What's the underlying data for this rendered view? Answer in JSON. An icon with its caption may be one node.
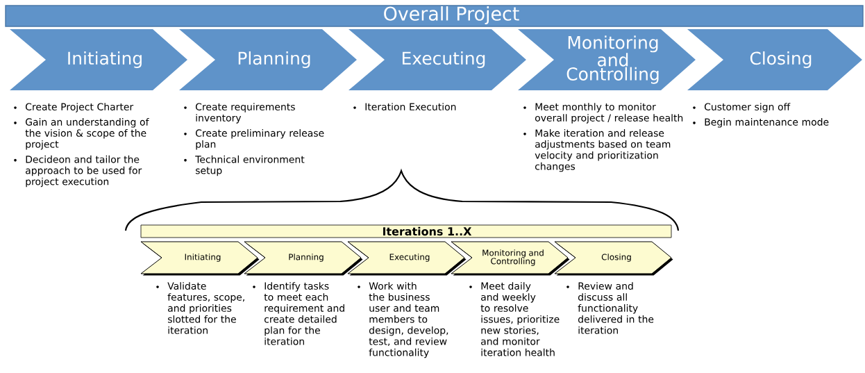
{
  "diagram": {
    "nodes": [
      {
        "text": [
          "Overall Project"
        ]
      },
      {
        "text": [
          "Initiating"
        ],
        "beside": [
          "Create Project Charter",
          "Gain an understanding of the vision & scope of the project",
          "Decideon and tailor the approach to be used for project execution"
        ]
      },
      {
        "text": [
          "Planning"
        ],
        "beside": [
          "Create requirements inventory",
          "Create preliminary release plan",
          "Technical environment setup"
        ]
      },
      {
        "text": [
          "Executing"
        ],
        "beside": [
          "Iteration Execution"
        ]
      },
      {
        "text": [
          "Monitoring and Controlling"
        ],
        "beside": [
          "Meet monthly to monitor overall project / release health",
          "Make iteration and release adjustments based on team velocity and prioritization changes"
        ]
      },
      {
        "text": [
          "Closing"
        ],
        "beside": [
          "Customer sign off",
          "Begin maintenance mode"
        ]
      },
      {
        "text": [
          "Iterations    1..X"
        ]
      },
      {
        "text": [
          "Initiating"
        ],
        "beside": [
          "Validate features, scope, and priorities slotted for the iteration"
        ]
      },
      {
        "text": [
          "Planning"
        ],
        "beside": [
          "Identify tasks to meet each requirement and create detailed plan for the iteration"
        ]
      },
      {
        "text": [
          "Executing"
        ],
        "beside": [
          "Work with the business user and team members to design, develop, test, and review functionality"
        ]
      },
      {
        "text": [
          "Monitoring and Controlling"
        ],
        "beside": [
          "Meet daily and weekly to resolve issues, prioritize new stories, and monitor iteration health"
        ]
      },
      {
        "text": [
          "Closing"
        ],
        "beside": [
          "Review and discuss all functionality delivered in the iteration"
        ]
      }
    ]
  }
}
